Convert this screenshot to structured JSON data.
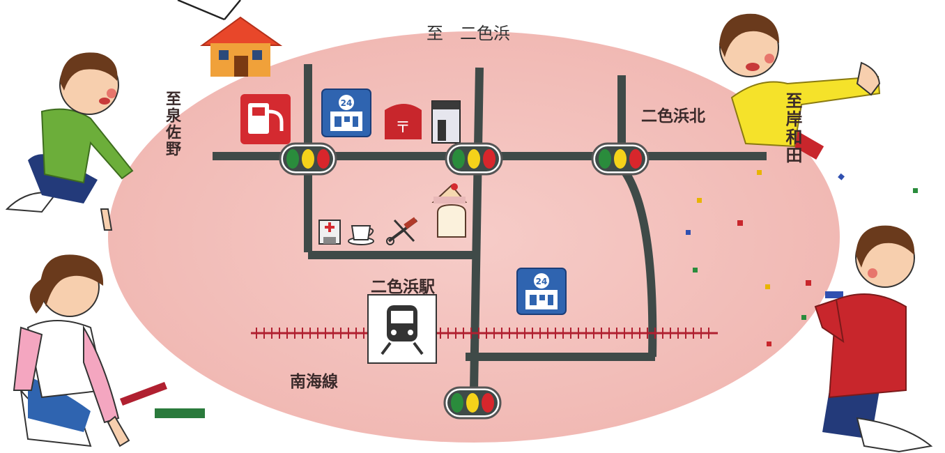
{
  "map": {
    "labels": {
      "to_nishikinohama": "至　二色浜",
      "to_izumisano": "至泉佐野",
      "to_kishiwada": "至岸和田",
      "nishikinohama_kita": "二色浜北",
      "nishikinohama_station": "二色浜駅",
      "nankai_line": "南海線"
    },
    "store_24_text": "24",
    "colors": {
      "area": "#f4c6c2",
      "road": "#3f4a48",
      "rail": "#b02030",
      "signal_red": "#d8262c",
      "signal_yellow": "#f5d21a",
      "signal_green": "#2a8c3c",
      "house": "#e8472a",
      "store_blue": "#2f64b0"
    },
    "icons": [
      "house-icon",
      "gas-station-icon",
      "convenience-store-icon",
      "post-office-icon",
      "building-icon",
      "cake-shop-icon",
      "bakery-icon",
      "clinic-icon",
      "cafe-icon",
      "barber-icon",
      "train-icon",
      "traffic-signal-icon"
    ]
  }
}
